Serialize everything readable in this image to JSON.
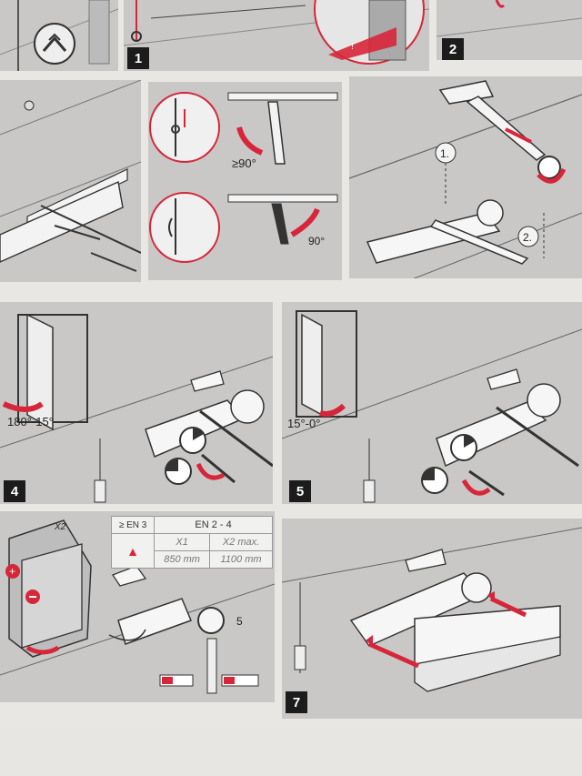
{
  "steps": {
    "s1": "1",
    "s2": "2",
    "s4": "4",
    "s5": "5",
    "s7": "7"
  },
  "angles": {
    "ge90": "≥90°",
    "a90": "90°",
    "a180_15": "180°-15°",
    "a15_0": "15°-0°"
  },
  "callouts": {
    "c1": "1.",
    "c2": "2."
  },
  "table": {
    "en_label": "≥ EN 3",
    "en_range": "EN 2 - 4",
    "col1": "X1",
    "col2": "X2 max.",
    "val1": "850 mm",
    "val2": "1100 mm"
  },
  "small": {
    "size5": "5",
    "x2": "X2"
  },
  "colors": {
    "red": "#d7263a",
    "panel": "#c9c8c6",
    "paper": "#e9e7e4",
    "ink": "#1c1c1c"
  },
  "icons": [
    "arrow-icon",
    "warning-icon",
    "flame-icon",
    "plus-icon",
    "minus-icon",
    "wrench-icon",
    "screwdriver-icon"
  ]
}
